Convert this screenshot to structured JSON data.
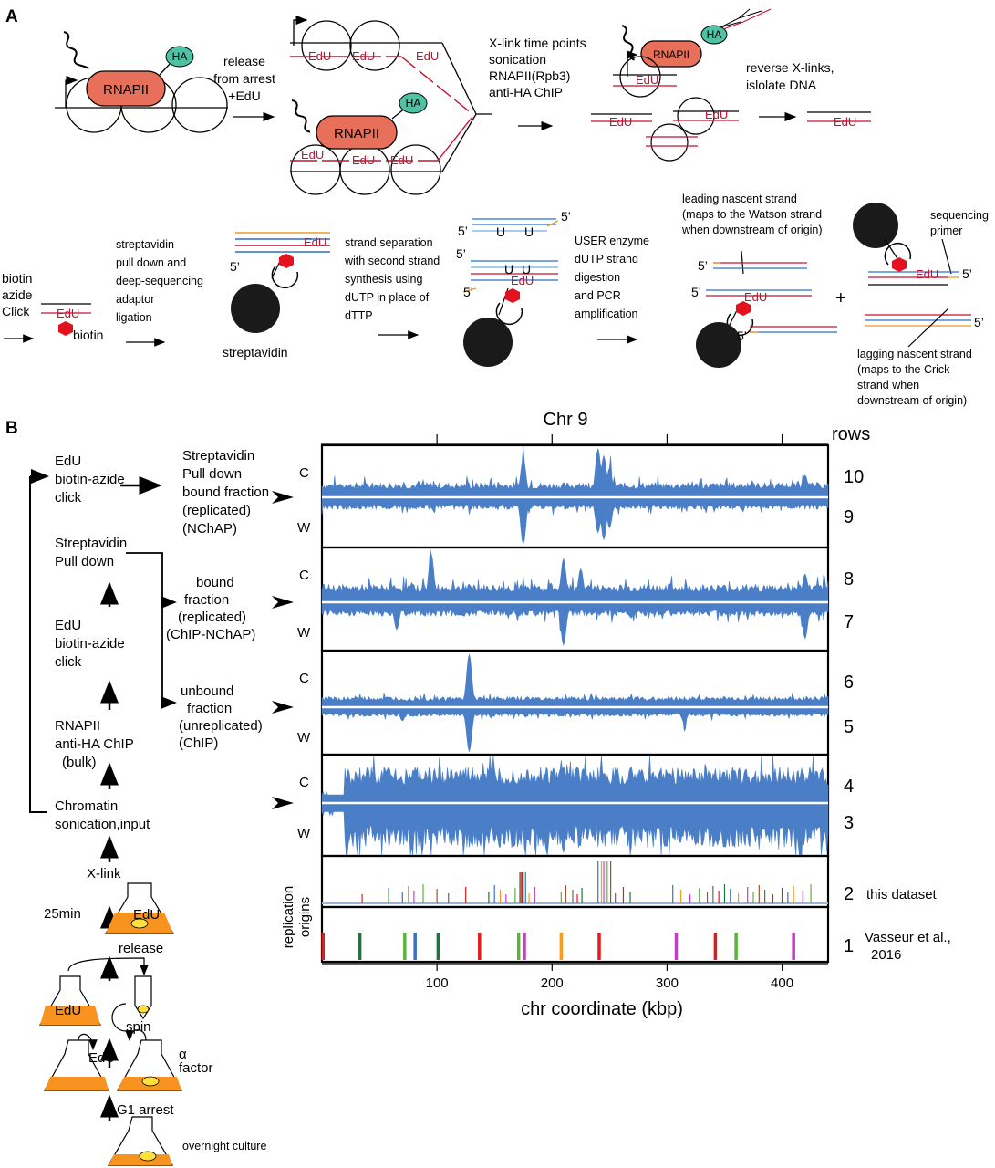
{
  "panels": {
    "a": "A",
    "b": "B"
  },
  "panel_a": {
    "step1": [
      "release",
      "from arrest",
      "+EdU"
    ],
    "step2": [
      "X-link time points",
      "sonication",
      "RNAPII(Rpb3)",
      "anti-HA ChIP"
    ],
    "step3": [
      "reverse X-links,",
      "islolate DNA"
    ],
    "step4": [
      "biotin",
      "azide",
      "Click"
    ],
    "step5": [
      "streptavidin",
      "pull down and",
      "deep-sequencing",
      "adaptor",
      "ligation"
    ],
    "step6": [
      "strand separation",
      "with second strand",
      "synthesis using",
      "dUTP in place of",
      "dTTP"
    ],
    "step7": [
      "USER enzyme",
      "dUTP strand",
      "digestion",
      "and PCR",
      "amplification"
    ],
    "leading": [
      "leading nascent strand",
      "(maps to the Watson strand",
      "when downstream of origin)"
    ],
    "lagging": [
      "lagging nascent strand",
      "(maps to the Crick",
      "strand when",
      "downstream of origin)"
    ],
    "seq_primer": [
      "sequencing",
      "primer"
    ],
    "rnapii": "RNAPII",
    "ha": "HA",
    "edu": "EdU",
    "biotin": "biotin",
    "streptavidin": "streptavidin",
    "u": "U",
    "five_prime": "5’",
    "plus": "+"
  },
  "panel_b": {
    "flow": {
      "click1": [
        "EdU",
        "biotin-azide",
        "click"
      ],
      "pulldown": [
        "Streptavidin",
        "Pull down"
      ],
      "click2": [
        "EdU",
        "biotin-azide",
        "click"
      ],
      "chip": [
        "RNAPII",
        "anti-HA ChIP",
        "(bulk)"
      ],
      "chromatin": [
        "Chromatin",
        "sonication,input"
      ],
      "xlink": "X-link",
      "time": "25min",
      "release": "release",
      "edu": "EdU",
      "spin": "spin",
      "alpha": "α",
      "factor": "factor",
      "g1": "G1 arrest",
      "overnight": "overnight culture"
    },
    "fractions": {
      "nchap": [
        "Streptavidin",
        "Pull down",
        "bound fraction",
        "(replicated)",
        "(NChAP)"
      ],
      "chip_nchap": [
        "bound",
        "fraction",
        "(replicated)",
        "(ChIP-NChAP)"
      ],
      "chip": [
        "unbound",
        "fraction",
        "(unreplicated)",
        "(ChIP)"
      ]
    },
    "strand": {
      "c": "C",
      "w": "W"
    },
    "rows_header": "rows",
    "row_numbers": [
      "10",
      "9",
      "8",
      "7",
      "6",
      "5",
      "4",
      "3",
      "2",
      "1"
    ],
    "row2_label": "this dataset",
    "row1_label": [
      "Vasseur et al.,",
      "2016"
    ],
    "origins_axis": [
      "replication",
      "origins"
    ]
  },
  "chart_data": {
    "type": "area",
    "title": "Chr 9",
    "xlabel": "chr coordinate (kbp)",
    "xlim": [
      0,
      440
    ],
    "xticks": [
      100,
      200,
      300,
      400
    ],
    "series": [
      {
        "peaks_kbp": [
          {
            "x": 175,
            "h": 0.75
          },
          {
            "x": 240,
            "h": 0.95
          },
          {
            "x": 245,
            "h": 0.8
          },
          {
            "x": 250,
            "h": 0.55
          },
          {
            "x": 420,
            "h": 0.4
          }
        ],
        "base": 0.25
      },
      {
        "peaks_kbp": [
          {
            "x": 175,
            "h": 0.95
          },
          {
            "x": 240,
            "h": 0.7
          },
          {
            "x": 245,
            "h": 0.85
          },
          {
            "x": 250,
            "h": 0.6
          }
        ],
        "base": 0.2
      },
      {
        "peaks_kbp": [
          {
            "x": 95,
            "h": 0.9
          },
          {
            "x": 210,
            "h": 0.8
          },
          {
            "x": 225,
            "h": 0.6
          },
          {
            "x": 420,
            "h": 0.5
          }
        ],
        "base": 0.3
      },
      {
        "peaks_kbp": [
          {
            "x": 65,
            "h": 0.55
          },
          {
            "x": 210,
            "h": 0.9
          },
          {
            "x": 420,
            "h": 0.75
          }
        ],
        "base": 0.25
      },
      {
        "peaks_kbp": [
          {
            "x": 128,
            "h": 0.95
          }
        ],
        "base": 0.15
      },
      {
        "peaks_kbp": [
          {
            "x": 128,
            "h": 0.95
          },
          {
            "x": 70,
            "h": 0.25
          },
          {
            "x": 315,
            "h": 0.3
          }
        ],
        "base": 0.15
      },
      {
        "peaks_kbp": [
          {
            "x": 210,
            "h": 0.75
          }
        ],
        "base": 0.75
      },
      {
        "peaks_kbp": [
          {
            "x": 210,
            "h": 0.95
          }
        ],
        "base": 0.85
      }
    ],
    "origins_vasseur": [
      {
        "x": 1,
        "color": "#e31a1c"
      },
      {
        "x": 33,
        "color": "#1b7837"
      },
      {
        "x": 72,
        "color": "#5ab43a"
      },
      {
        "x": 81,
        "color": "#3c6fc4"
      },
      {
        "x": 101,
        "color": "#1b7837"
      },
      {
        "x": 137,
        "color": "#e31a1c"
      },
      {
        "x": 171,
        "color": "#5ab43a"
      },
      {
        "x": 176,
        "color": "#c040c0"
      },
      {
        "x": 208,
        "color": "#f59a23"
      },
      {
        "x": 241,
        "color": "#e31a1c"
      },
      {
        "x": 308,
        "color": "#c040c0"
      },
      {
        "x": 342,
        "color": "#e31a1c"
      },
      {
        "x": 360,
        "color": "#5ab43a"
      },
      {
        "x": 410,
        "color": "#c040c0"
      }
    ],
    "origins_this_dataset_kbp": [
      35,
      58,
      70,
      75,
      80,
      88,
      100,
      110,
      125,
      145,
      150,
      155,
      160,
      168,
      172,
      173,
      174,
      175,
      177,
      180,
      185,
      208,
      212,
      218,
      222,
      226,
      240,
      243,
      245,
      248,
      251,
      255,
      262,
      268,
      305,
      312,
      320,
      328,
      335,
      340,
      345,
      350,
      355,
      362,
      370,
      375,
      380,
      385,
      392,
      400,
      405,
      410,
      418,
      425
    ]
  },
  "colors": {
    "track": "#4a7fc8",
    "edu": "#c8102e",
    "rnapii": "#e8705a",
    "ha": "#4fc1a4",
    "yeast": "#f7931e"
  }
}
